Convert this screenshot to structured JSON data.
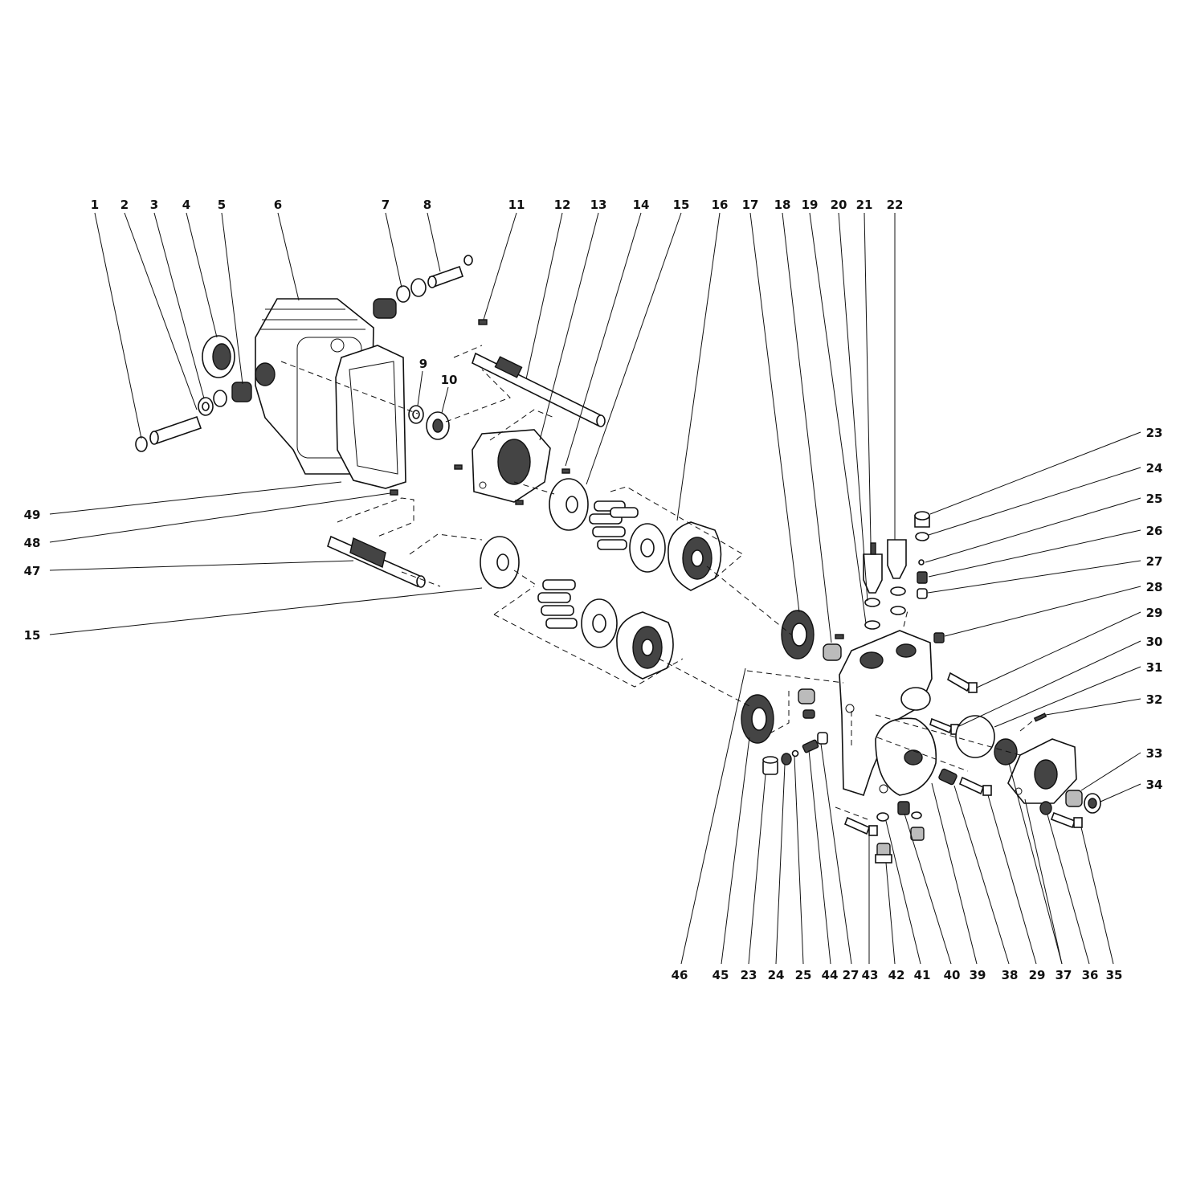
{
  "callouts": {
    "top": [
      "1",
      "2",
      "3",
      "4",
      "5",
      "6",
      "7",
      "8",
      "11",
      "12",
      "13",
      "14",
      "15",
      "16",
      "17",
      "18",
      "19",
      "20",
      "21",
      "22"
    ],
    "mid_top": [
      "9",
      "10"
    ],
    "right": [
      "23",
      "24",
      "25",
      "26",
      "27",
      "28",
      "29",
      "30",
      "31",
      "32",
      "33",
      "34"
    ],
    "left": [
      "49",
      "48",
      "47",
      "15"
    ],
    "bottom": [
      "46",
      "45",
      "23",
      "24",
      "25",
      "44",
      "27",
      "43",
      "42",
      "41",
      "40",
      "39",
      "38",
      "29",
      "37",
      "36",
      "35"
    ]
  }
}
